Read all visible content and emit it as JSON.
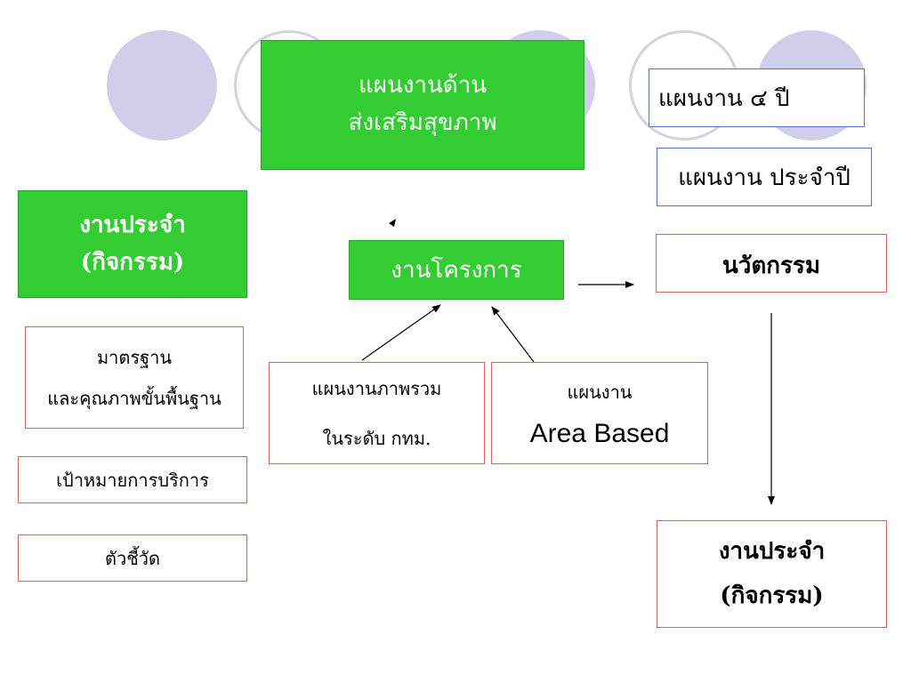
{
  "nodes": {
    "health_plan": {
      "line1": "แผนงานด้าน",
      "line2": "ส่งเสริมสุขภาพ"
    },
    "routine_activity_left": {
      "line1": "งานประจำ",
      "line2": "(กิจกรรม)"
    },
    "project_work": {
      "label": "งานโครงการ"
    },
    "plan_4_year": {
      "label": "แผนงาน ๔ ปี"
    },
    "plan_annual": {
      "label": "แผนงาน ประจำปี"
    },
    "innovation": {
      "label": "นวัตกรรม"
    },
    "standard": {
      "line1": "มาตรฐาน",
      "line2": "และคุณภาพขั้นพื้นฐาน"
    },
    "service_target": {
      "label": "เป้าหมายการบริการ"
    },
    "indicator": {
      "label": "ตัวชี้วัด"
    },
    "overall_plan": {
      "line1": "แผนงานภาพรวม",
      "line2": "ในระดับ กทม."
    },
    "area_plan": {
      "line1": "แผนงาน",
      "line2": "Area Based"
    },
    "routine_activity_right": {
      "line1": "งานประจำ",
      "line2": "(กิจกรรม)"
    }
  },
  "colors": {
    "green": "#33cc33",
    "red_border": "#e06060",
    "blue_border": "#5b6fd6",
    "circle_fill": "#cfcfea",
    "circle_outline": "#d2d2e0"
  }
}
